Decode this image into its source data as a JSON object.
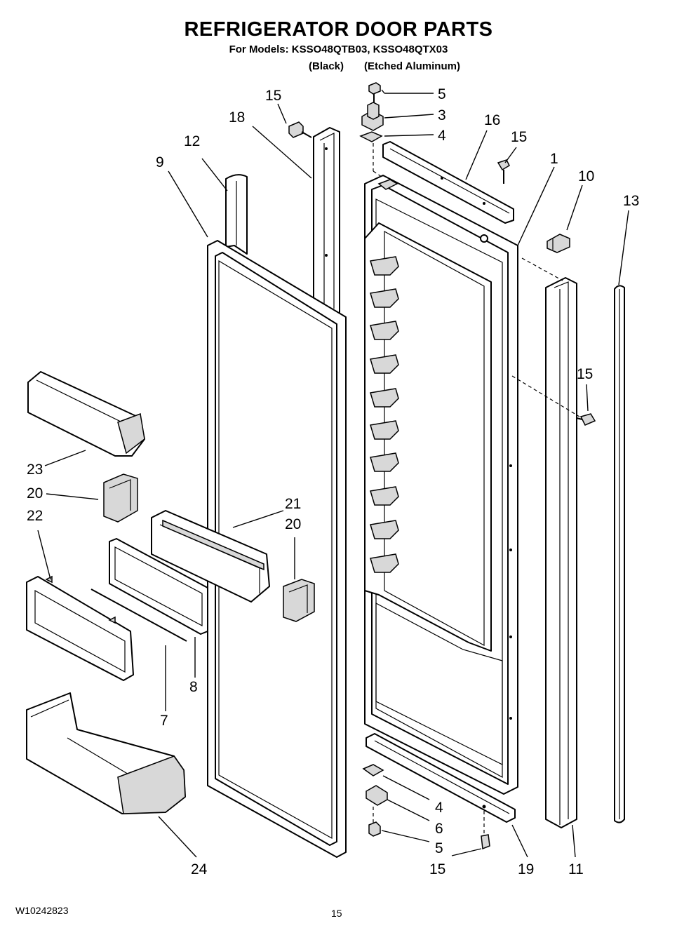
{
  "header": {
    "title": "REFRIGERATOR DOOR PARTS",
    "subtitle": "For Models: KSSO48QTB03, KSSO48QTX03",
    "variant_black": "(Black)",
    "variant_etched": "(Etched Aluminum)"
  },
  "callouts": [
    {
      "id": "c15a",
      "label": "15"
    },
    {
      "id": "c5a",
      "label": "5"
    },
    {
      "id": "c3",
      "label": "3"
    },
    {
      "id": "c4a",
      "label": "4"
    },
    {
      "id": "c18",
      "label": "18"
    },
    {
      "id": "c16",
      "label": "16"
    },
    {
      "id": "c15b",
      "label": "15"
    },
    {
      "id": "c12",
      "label": "12"
    },
    {
      "id": "c9",
      "label": "9"
    },
    {
      "id": "c1",
      "label": "1"
    },
    {
      "id": "c10",
      "label": "10"
    },
    {
      "id": "c13",
      "label": "13"
    },
    {
      "id": "c15c",
      "label": "15"
    },
    {
      "id": "c23",
      "label": "23"
    },
    {
      "id": "c20a",
      "label": "20"
    },
    {
      "id": "c21",
      "label": "21"
    },
    {
      "id": "c20b",
      "label": "20"
    },
    {
      "id": "c22",
      "label": "22"
    },
    {
      "id": "c8",
      "label": "8"
    },
    {
      "id": "c7",
      "label": "7"
    },
    {
      "id": "c4b",
      "label": "4"
    },
    {
      "id": "c6",
      "label": "6"
    },
    {
      "id": "c5b",
      "label": "5"
    },
    {
      "id": "c24",
      "label": "24"
    },
    {
      "id": "c15d",
      "label": "15"
    },
    {
      "id": "c19",
      "label": "19"
    },
    {
      "id": "c11",
      "label": "11"
    }
  ],
  "footer": {
    "doc_number": "W10242823",
    "page_number": "15"
  }
}
